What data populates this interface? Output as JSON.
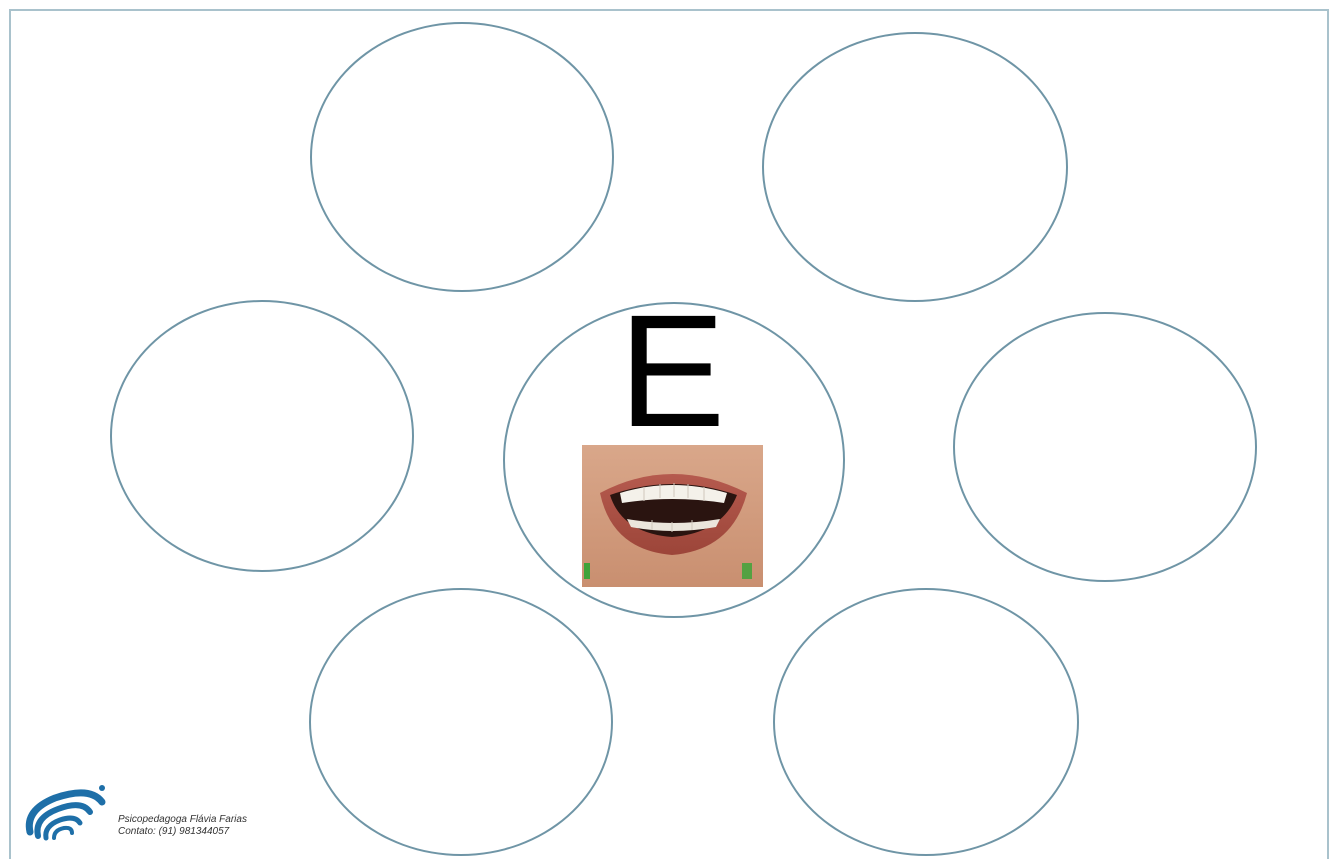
{
  "worksheet": {
    "center_letter": "E",
    "photo_icon": "smiling-mouth-photo",
    "empty_circle_count": 6
  },
  "footer": {
    "logo_icon": "spiral-logo",
    "line1": "Psicopedagoga Flávia Farias",
    "line2": "Contato: (91) 981344057"
  },
  "colors": {
    "circle_stroke": "#6f95a6",
    "frame": "#a9c2cc",
    "letter": "#000000",
    "logo_blue": "#1e6fa8"
  }
}
